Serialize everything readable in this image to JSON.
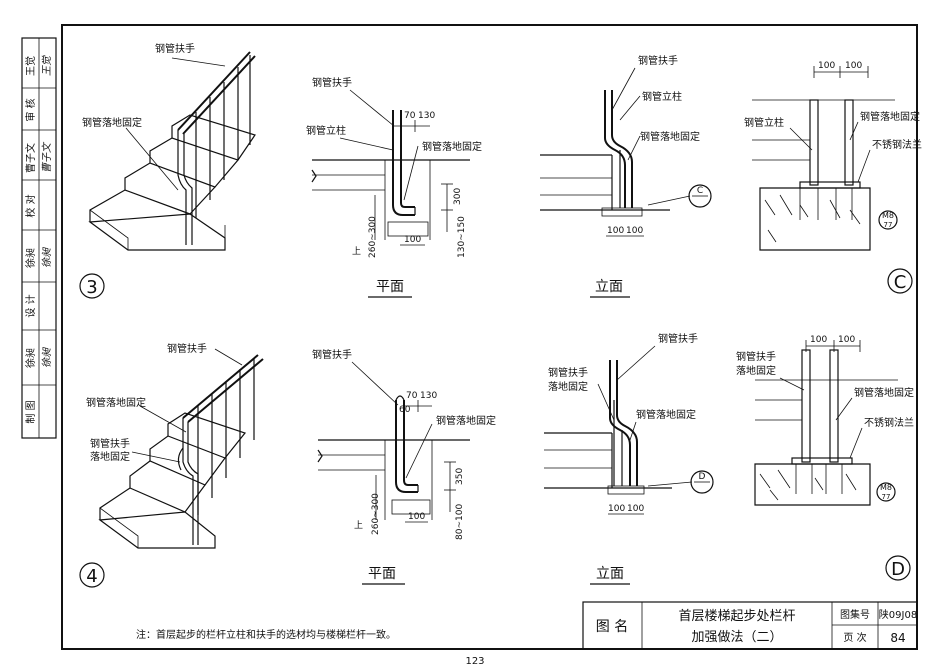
{
  "sidebar": {
    "cells": [
      {
        "label": "王觉",
        "sign": "王觉"
      },
      {
        "label": "审 核",
        "sign": ""
      },
      {
        "label": "曹子文",
        "sign": "曹子文"
      },
      {
        "label": "校 对",
        "sign": ""
      },
      {
        "label": "徐昶",
        "sign": "徐昶"
      },
      {
        "label": "设 计",
        "sign": ""
      },
      {
        "label": "徐昶",
        "sign": "徐昶"
      },
      {
        "label": "制 图",
        "sign": ""
      }
    ]
  },
  "detail3": {
    "num": "3",
    "iso": {
      "handrail": "钢管扶手",
      "floor_fix": "钢管落地固定"
    },
    "plan": {
      "handrail": "钢管扶手",
      "post": "钢管立柱",
      "floor_fix": "钢管落地固定",
      "d70": "70",
      "d130": "130",
      "d300": "300",
      "d260": "260~300",
      "d130_150": "130~150",
      "d100": "100",
      "up": "上",
      "title": "平面"
    },
    "elev": {
      "handrail": "钢管扶手",
      "post": "钢管立柱",
      "floor_fix": "钢管落地固定",
      "d100a": "100",
      "d100b": "100",
      "callout": "C",
      "title": "立面"
    }
  },
  "detailC": {
    "num": "C",
    "d100a": "100",
    "d100b": "100",
    "post": "钢管立柱",
    "floor_fix": "钢管落地固定",
    "flange": "不锈钢法兰",
    "bolt": "M8",
    "bolt_sub": "77"
  },
  "detail4": {
    "num": "4",
    "iso": {
      "handrail": "钢管扶手",
      "floor_fix": "钢管落地固定",
      "rail_fix_1": "钢管扶手",
      "rail_fix_2": "落地固定"
    },
    "plan": {
      "handrail": "钢管扶手",
      "d60": "60",
      "d70": "70",
      "d130": "130",
      "floor_fix": "钢管落地固定",
      "d350": "350",
      "d260": "260~300",
      "d80_100": "80~100",
      "d100": "100",
      "up": "上",
      "title": "平面"
    },
    "elev": {
      "handrail": "钢管扶手",
      "rail_fix_1": "钢管扶手",
      "rail_fix_2": "落地固定",
      "floor_fix": "钢管落地固定",
      "d100a": "100",
      "d100b": "100",
      "callout": "D",
      "title": "立面"
    }
  },
  "detailD": {
    "num": "D",
    "d100a": "100",
    "d100b": "100",
    "rail_fix_1": "钢管扶手",
    "rail_fix_2": "落地固定",
    "floor_fix": "钢管落地固定",
    "flange": "不锈钢法兰",
    "bolt": "M8",
    "bolt_sub": "77"
  },
  "note": "注：首层起步的栏杆立柱和扶手的选材均与楼梯栏杆一致。",
  "titleblock": {
    "label_tuming": "图 名",
    "title_1": "首层楼梯起步处栏杆",
    "title_2": "加强做法（二）",
    "label_atlas": "图集号",
    "atlas": "陕09J08",
    "label_page": "页 次",
    "page": "84"
  },
  "page_number": "123"
}
